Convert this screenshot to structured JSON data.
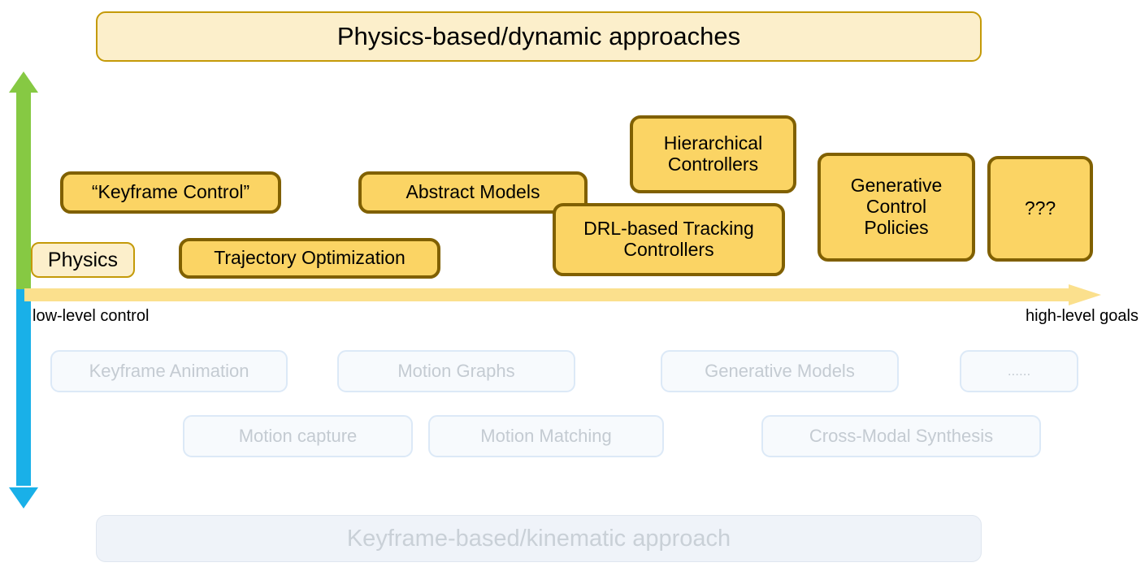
{
  "colors": {
    "pale_fill": "#FCEFCB",
    "pale_border": "#C49A08",
    "gold_fill": "#FBD464",
    "gold_border": "#806000",
    "ghost_fill": "#F7FAFD",
    "ghost_border": "#DCE9F7",
    "ghost_text": "#C4CBD2",
    "arrow_up_green": "#86C943",
    "arrow_down_blue": "#19B0E8",
    "arrow_right_yellow": "#FBE08D"
  },
  "header": {
    "title": "Physics-based/dynamic approaches"
  },
  "axis": {
    "left_label": "low-level control",
    "right_label": "high-level goals",
    "horizontal_arrow_name": "control-abstraction-axis",
    "vertical_arrow_up_name": "physics-axis-up",
    "vertical_arrow_down_name": "kinematic-axis-down"
  },
  "physics_boxes": [
    {
      "id": "physics",
      "label": "Physics",
      "style": "pale"
    },
    {
      "id": "keyframe-control",
      "label": "“Keyframe Control”",
      "style": "gold"
    },
    {
      "id": "trajectory-optimization",
      "label": "Trajectory Optimization",
      "style": "gold"
    },
    {
      "id": "abstract-models",
      "label": "Abstract Models",
      "style": "gold"
    },
    {
      "id": "hierarchical-controllers",
      "label": "Hierarchical\nControllers",
      "style": "gold"
    },
    {
      "id": "drl-based-tracking",
      "label": "DRL-based Tracking\nControllers",
      "style": "gold"
    },
    {
      "id": "generative-control",
      "label": "Generative\nControl\nPolicies",
      "style": "gold"
    },
    {
      "id": "unknown",
      "label": "???",
      "style": "gold"
    }
  ],
  "kinematic_boxes": [
    {
      "id": "keyframe-animation",
      "label": "Keyframe Animation"
    },
    {
      "id": "motion-graphs",
      "label": "Motion Graphs"
    },
    {
      "id": "generative-models",
      "label": "Generative Models"
    },
    {
      "id": "ellipsis",
      "label": "......"
    },
    {
      "id": "motion-capture",
      "label": "Motion capture"
    },
    {
      "id": "motion-matching",
      "label": "Motion Matching"
    },
    {
      "id": "cross-modal-synthesis",
      "label": "Cross-Modal Synthesis"
    }
  ],
  "footer": {
    "title": "Keyframe-based/kinematic approach"
  }
}
